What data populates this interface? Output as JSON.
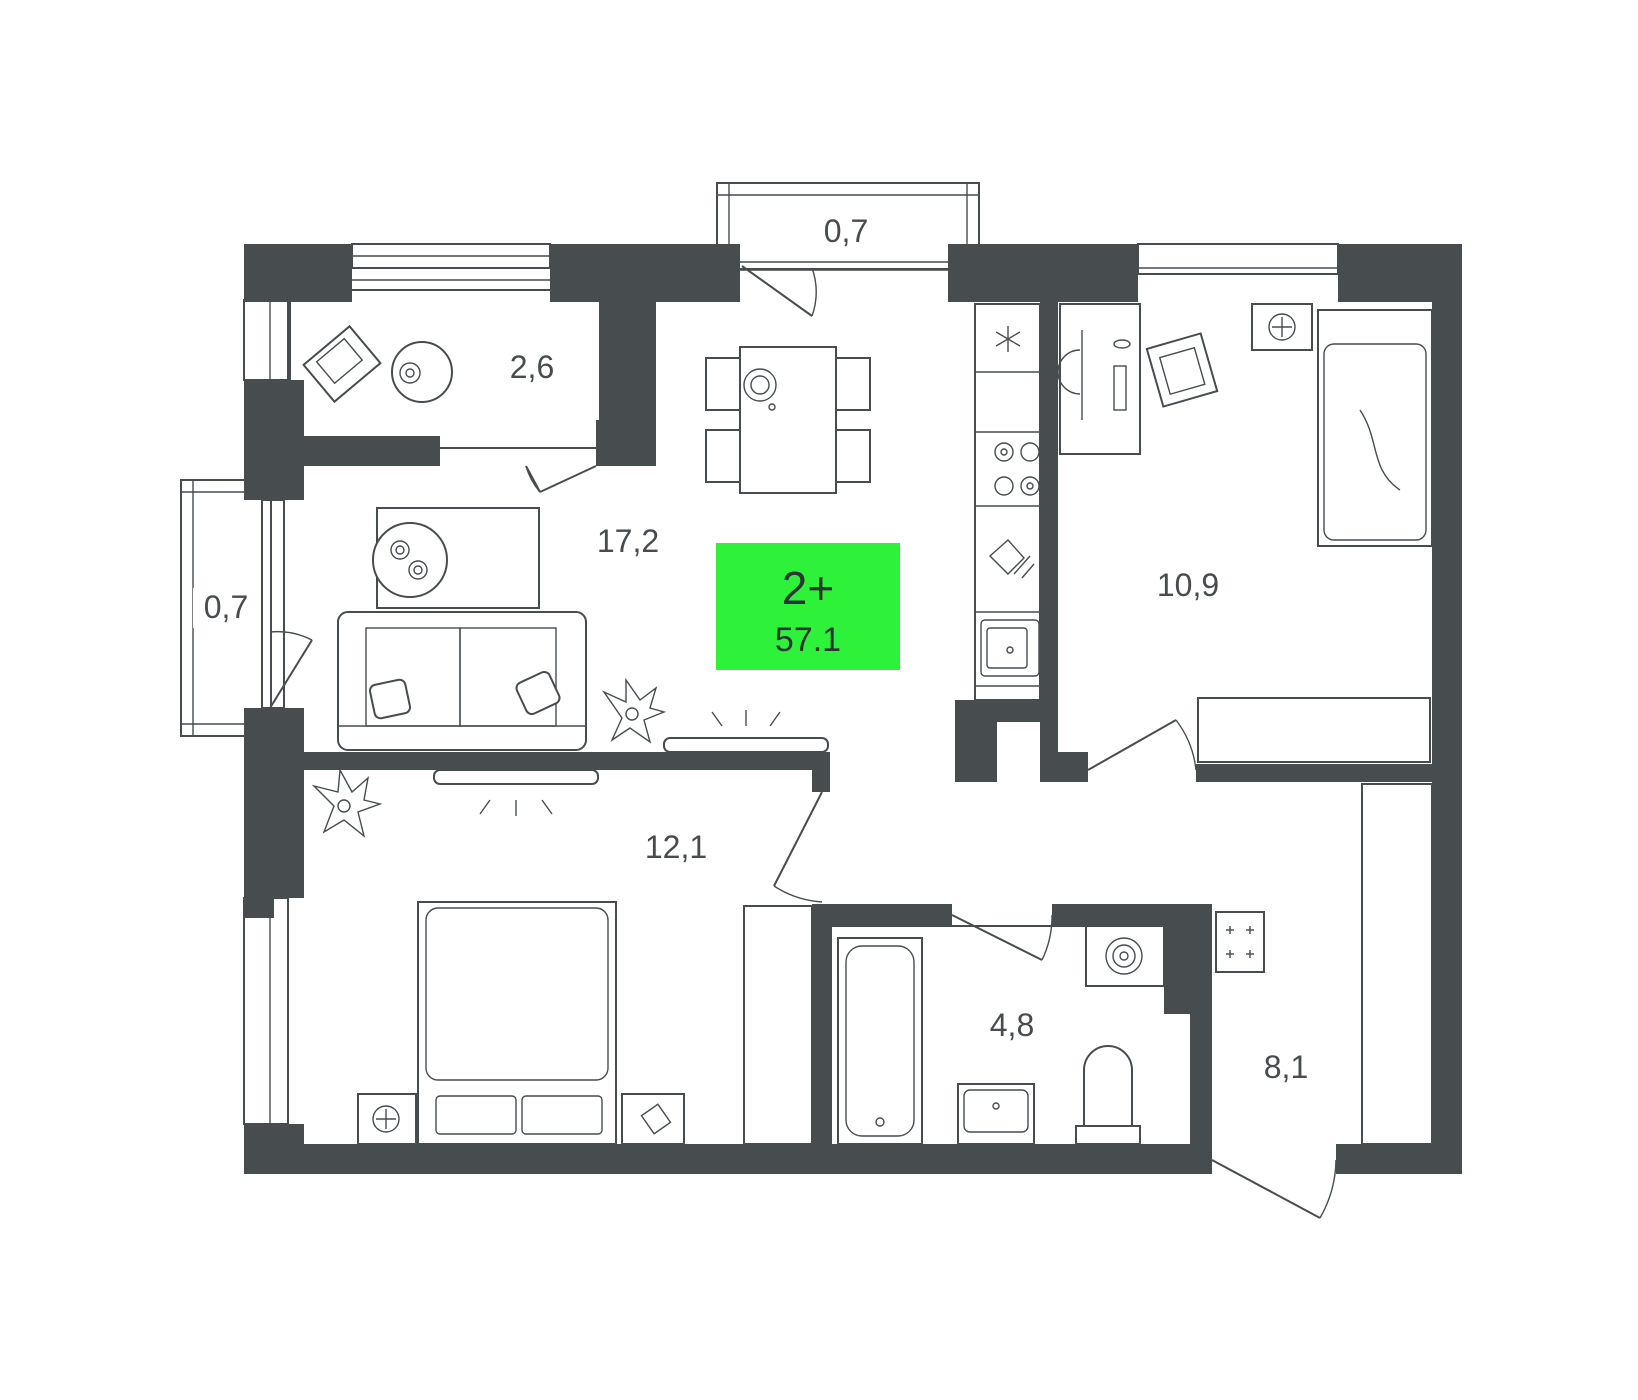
{
  "badge": {
    "rooms": "2+",
    "total_area": "57.1",
    "color": "#2ef23a"
  },
  "rooms": {
    "loggia_top": "0,7",
    "loggia_left": "0,7",
    "balcony": "2,6",
    "living": "17,2",
    "bedroom_right": "10,9",
    "bedroom_left": "12,1",
    "bathroom": "4,8",
    "hall": "8,1"
  },
  "colors": {
    "wall": "#474c4f",
    "background": "#ffffff"
  }
}
